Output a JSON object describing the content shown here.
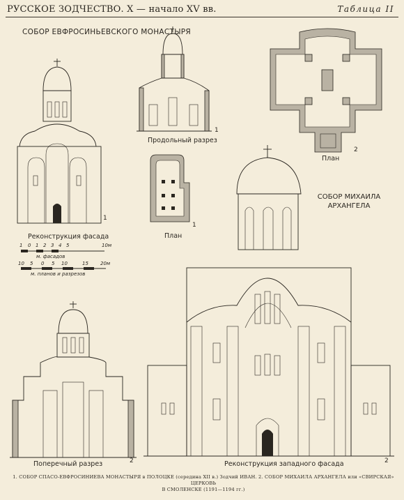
{
  "header": {
    "left": "РУССКОЕ ЗОДЧЕСТВО. X — начало XV вв.",
    "right": "Таблица II"
  },
  "titles": {
    "cathedral_1": "СОБОР ЕВФРОСИНЬЕВСКОГО МОНАСТЫРЯ",
    "cathedral_2_line1": "СОБОР МИХАИЛА",
    "cathedral_2_line2": "АРХАНГЕЛА"
  },
  "captions": {
    "facade_reconstruction": "Реконструкция фасада",
    "longitudinal_section": "Продольный разрез",
    "plan_small": "План",
    "plan_large": "План",
    "cross_section": "Поперечный разрез",
    "west_facade": "Реконструкция западного фасада"
  },
  "figure_numbers": {
    "facade": "1",
    "section": "1",
    "plan_small": "1",
    "plan_large": "2",
    "cross_section": "2",
    "west_facade": "2"
  },
  "scales": {
    "facade_scale_label": "м. фасадов",
    "plan_scale_label": "м. планов и разрезов",
    "facade_ticks": [
      "1",
      "0",
      "1",
      "2",
      "3",
      "4",
      "5",
      "10м"
    ],
    "plan_ticks": [
      "10",
      "5",
      "0",
      "5",
      "10",
      "15",
      "20м"
    ]
  },
  "footer": {
    "line1": "1. СОБОР СПАСО-ЕВФРОСИНИЕВА МОНАСТЫРЯ в ПОЛОЦКЕ (середина XII в.) Зодчий ИВАН. 2. СОБОР МИХАИЛА АРХАНГЕЛА или «СВИРСКАЯ» ЦЕРКОВЬ",
    "line2": "В СМОЛЕНСКЕ (1191—1194 гг.)"
  }
}
